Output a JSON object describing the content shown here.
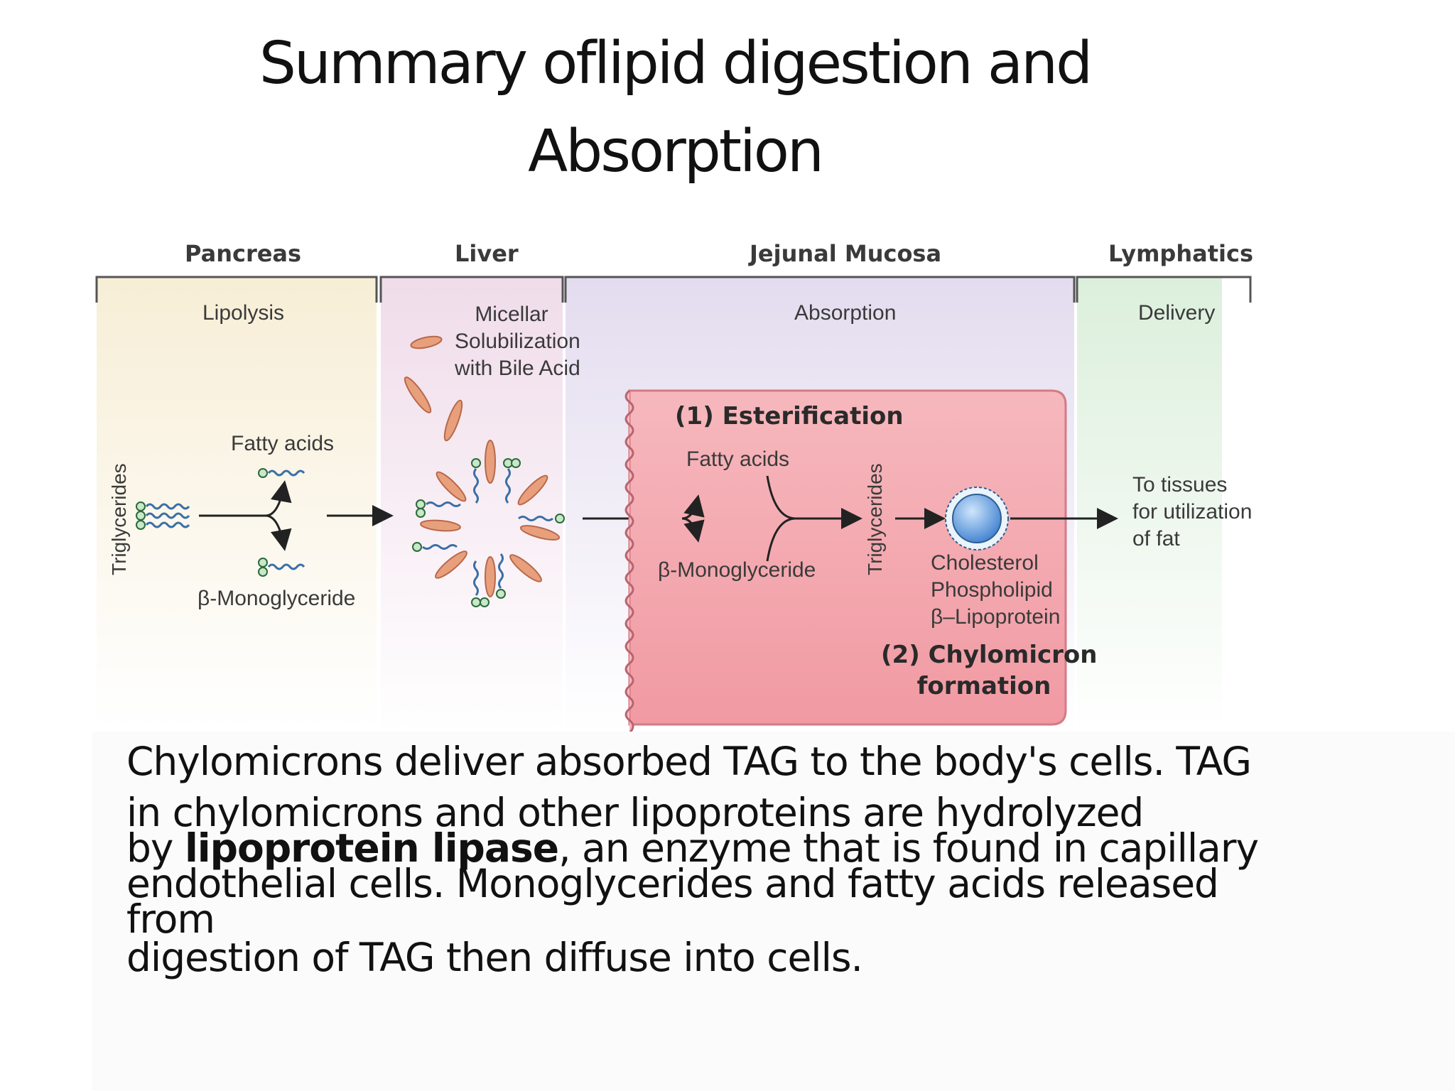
{
  "slide": {
    "title_line1": "Summary oflipid digestion and",
    "title_line2": "Absorption"
  },
  "diagram": {
    "sections": [
      {
        "header": "Pancreas",
        "process": "Lipolysis",
        "color": "#f7eed6"
      },
      {
        "header": "Liver",
        "process_lines": [
          "Micellar",
          "Solubilization",
          "with Bile Acid"
        ],
        "color": "#f0dcea"
      },
      {
        "header": "Jejunal Mucosa",
        "process": "Absorption",
        "color": "#e5ddef"
      },
      {
        "header": "Lymphatics",
        "process": "Delivery",
        "color": "#dcefdc"
      }
    ],
    "pancreas": {
      "vertical_label": "Triglycerides",
      "fatty_acids": "Fatty acids",
      "monoglyceride": "β-Monoglyceride"
    },
    "mucosa": {
      "step1": "(1) Esterification",
      "fatty_acids": "Fatty acids",
      "monoglyceride": "β-Monoglyceride",
      "vertical_label": "Triglycerides",
      "components": [
        "Cholesterol",
        "Phospholipid",
        "β–Lipoprotein"
      ],
      "step2_line1": "(2) Chylomicron",
      "step2_line2": "formation",
      "cell_color": "#f2a6ad"
    },
    "lymphatics": {
      "delivery_lines": [
        "To tissues",
        "for utilization",
        "of fat"
      ]
    }
  },
  "body": {
    "line1": "Chylomicrons deliver absorbed TAG to the body's cells. TAG",
    "line2": "in  chylomicrons and other lipoproteins are hydrolyzed",
    "line3_pre": "by ",
    "line3_bold": "lipoprotein lipase",
    "line3_post": ", an enzyme that is found in capillary",
    "line4": "endothelial cells. Monoglycerides and fatty acids released",
    "line5": "from",
    "line6": "digestion of TAG then diffuse into cells."
  }
}
